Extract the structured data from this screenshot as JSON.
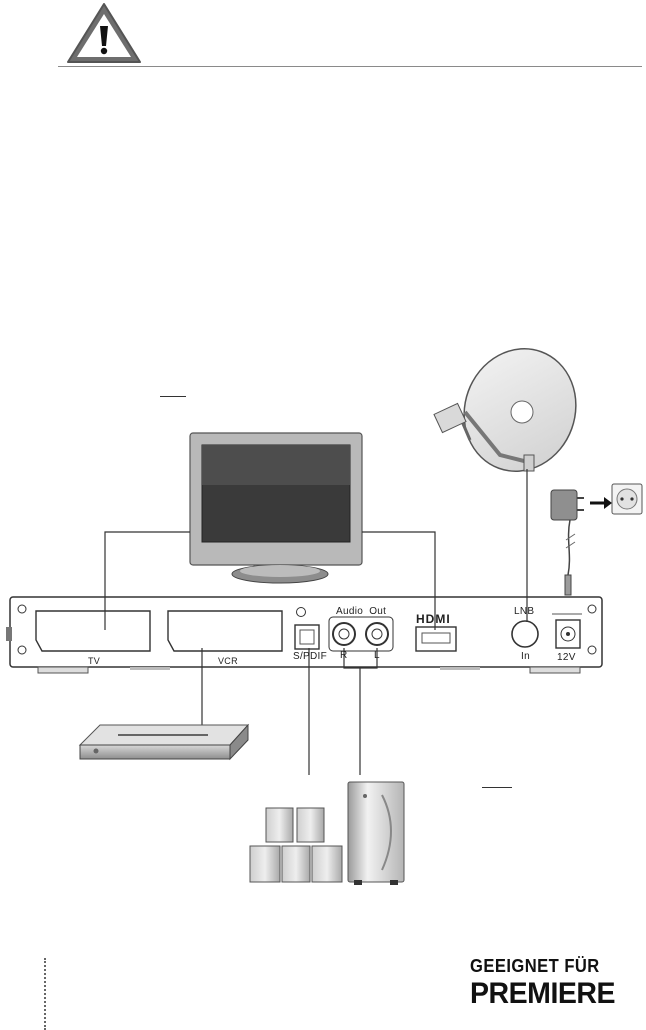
{
  "ports": {
    "tv": "TV",
    "vcr": "VCR",
    "spdif": "S/PDIF",
    "audio_out": "Audio  Out",
    "audio_r": "R",
    "audio_l": "L",
    "hdmi": "HDMI",
    "lnb": "LNB",
    "lnb_in": "In",
    "power": "12V"
  },
  "logo": {
    "line1": "GEEIGNET FÜR",
    "line2": "PREMIERE"
  },
  "icons": {
    "warning": "warning-triangle-icon"
  }
}
